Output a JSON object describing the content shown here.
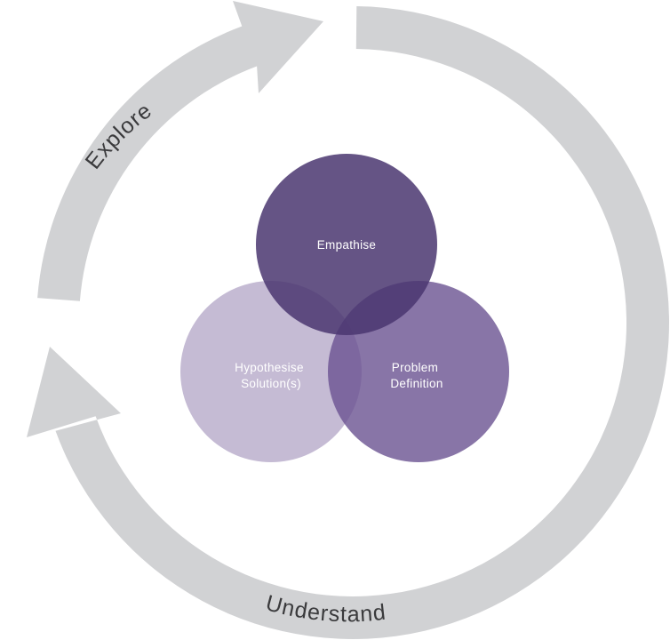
{
  "diagram": {
    "cycle": {
      "color": "#d1d2d4",
      "text_color": "#3a3a3c",
      "arrows": [
        {
          "label": "Explore"
        },
        {
          "label": "Understand"
        }
      ]
    },
    "circles": [
      {
        "label_lines": [
          "Empathise"
        ],
        "color": "#4a3670",
        "opacity": 0.85
      },
      {
        "label_lines": [
          "Hypothesise",
          "Solution(s)"
        ],
        "color": "#a697bd",
        "opacity": 0.65
      },
      {
        "label_lines": [
          "Problem",
          "Definition"
        ],
        "color": "#6a5391",
        "opacity": 0.8
      }
    ]
  }
}
